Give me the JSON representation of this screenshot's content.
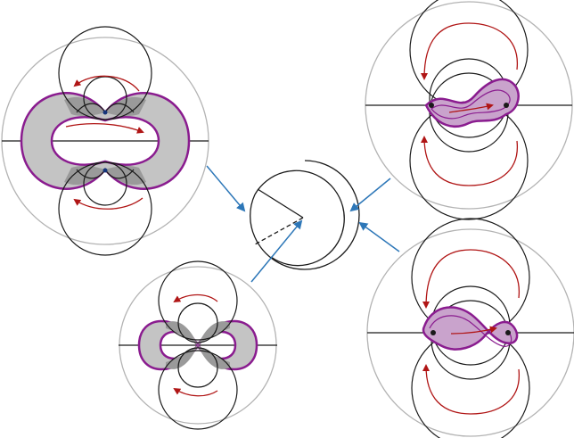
{
  "colors": {
    "background": "#ffffff",
    "boundary": "#b3b3b3",
    "line": "#1a1a1a",
    "fill": "#c4c4c4",
    "fill_dark": "#9a9a9a",
    "band": "#8a1c8f",
    "band_fill": "#c9a3cc",
    "flow_arrow": "#b01515",
    "pointer_arrow": "#2d77b8",
    "node": "#16357a"
  },
  "panels": [
    {
      "id": "top-left",
      "type": "two-pole-annulus"
    },
    {
      "id": "bottom-middle",
      "type": "double-lobe"
    },
    {
      "id": "top-right",
      "type": "twisted-band"
    },
    {
      "id": "bottom-right",
      "type": "twisted-band"
    },
    {
      "id": "center",
      "type": "slit-disk"
    }
  ],
  "arrows": [
    {
      "from": "top-left",
      "to": "center"
    },
    {
      "from": "bottom-middle",
      "to": "center"
    },
    {
      "from": "top-right",
      "to": "center"
    },
    {
      "from": "bottom-right",
      "to": "center"
    }
  ]
}
